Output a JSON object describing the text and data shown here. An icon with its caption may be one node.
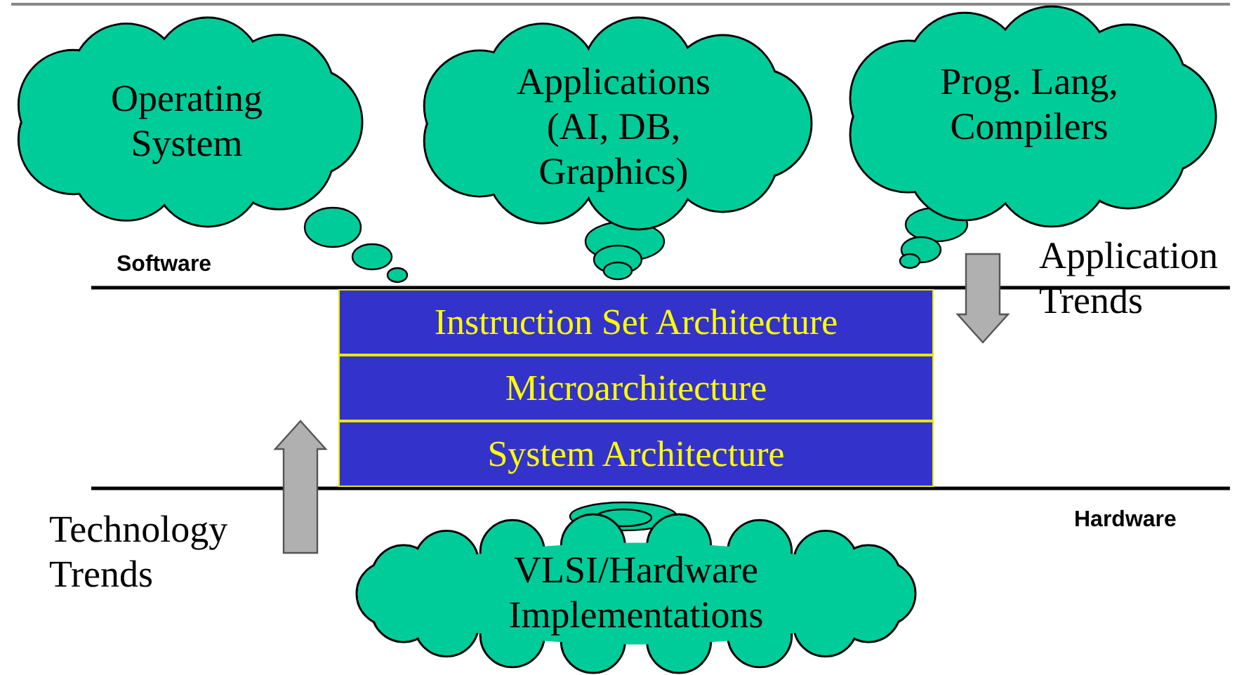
{
  "diagram": {
    "nodes": [
      {
        "text": [
          "Operating System"
        ]
      },
      {
        "text": [
          "Applications (AI, DB, Graphics)"
        ]
      },
      {
        "text": [
          "Prog. Lang, Compilers"
        ]
      },
      {
        "text": [
          "Instruction Set Architecture"
        ]
      },
      {
        "text": [
          "Microarchitecture"
        ]
      },
      {
        "text": [
          "System Architecture"
        ]
      },
      {
        "text": [
          "VLSI/Hardware Implementations"
        ]
      }
    ],
    "labels": [
      "Software",
      "Application Trends",
      "Technology Trends",
      "Hardware"
    ]
  }
}
